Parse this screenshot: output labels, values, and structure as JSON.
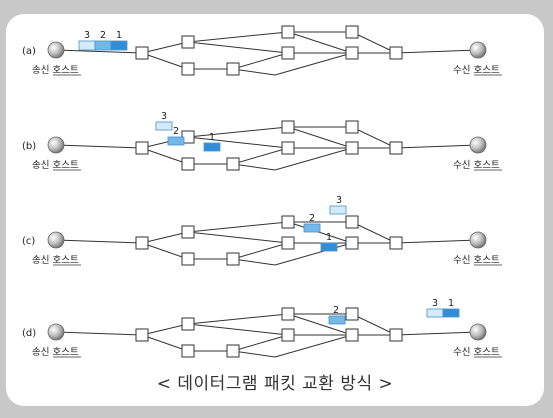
{
  "caption": "< 데이터그램 패킷 교환 방식 >",
  "labels": {
    "sender": "송신 호스트",
    "receiver": "수신 호스트"
  },
  "colors": {
    "packet_dark": "#2e8fd8",
    "packet_mid": "#74b8e8",
    "packet_light": "#d4ecfa",
    "line": "#333333",
    "background": "#c8c8c8"
  },
  "stages": [
    {
      "tag": "(a)",
      "packets": [
        {
          "id": "3",
          "shade": "light"
        },
        {
          "id": "2",
          "shade": "mid"
        },
        {
          "id": "1",
          "shade": "dark"
        }
      ]
    },
    {
      "tag": "(b)",
      "packets": [
        {
          "id": "3",
          "shade": "light"
        },
        {
          "id": "2",
          "shade": "mid"
        },
        {
          "id": "1",
          "shade": "dark"
        }
      ]
    },
    {
      "tag": "(c)",
      "packets": [
        {
          "id": "3",
          "shade": "light"
        },
        {
          "id": "2",
          "shade": "mid"
        },
        {
          "id": "1",
          "shade": "dark"
        }
      ]
    },
    {
      "tag": "(d)",
      "packets": [
        {
          "id": "2",
          "shade": "mid"
        },
        {
          "id": "3",
          "shade": "light"
        },
        {
          "id": "1",
          "shade": "dark"
        }
      ]
    }
  ]
}
